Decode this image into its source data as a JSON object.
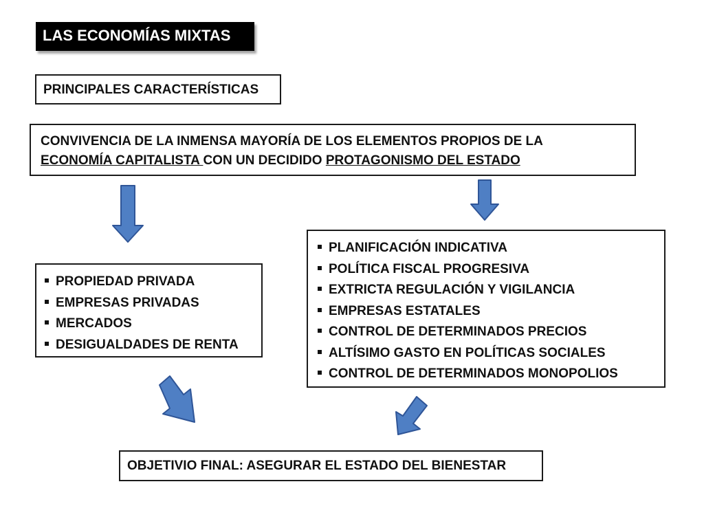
{
  "title": "LAS ECONOMÍAS MIXTAS",
  "subtitle": "PRINCIPALES CARACTERÍSTICAS",
  "convivencia": {
    "line1": "CONVIVENCIA DE LA INMENSA MAYORÍA DE LOS ELEMENTOS PROPIOS DE LA",
    "line2_underlined_a": "ECONOMÍA CAPITALISTA ",
    "line2_middle": "CON UN DECIDIDO ",
    "line2_underlined_b": "PROTAGONISMO DEL ESTADO"
  },
  "capitalist_items": [
    "PROPIEDAD PRIVADA",
    "EMPRESAS PRIVADAS",
    "MERCADOS",
    "DESIGUALDADES DE RENTA"
  ],
  "state_items": [
    "PLANIFICACIÓN INDICATIVA",
    "POLÍTICA FISCAL PROGRESIVA",
    "EXTRICTA REGULACIÓN Y VIGILANCIA",
    "EMPRESAS ESTATALES",
    "CONTROL DE DETERMINADOS PRECIOS",
    "ALTÍSIMO GASTO EN POLÍTICAS SOCIALES",
    "CONTROL DE DETERMINADOS MONOPOLIOS"
  ],
  "goal": "OBJETIVIO FINAL: ASEGURAR EL ESTADO DEL BIENESTAR",
  "colors": {
    "arrow_fill": "#4f7fc4",
    "arrow_stroke": "#2f5597",
    "title_bg": "#000000",
    "title_text": "#ffffff"
  }
}
